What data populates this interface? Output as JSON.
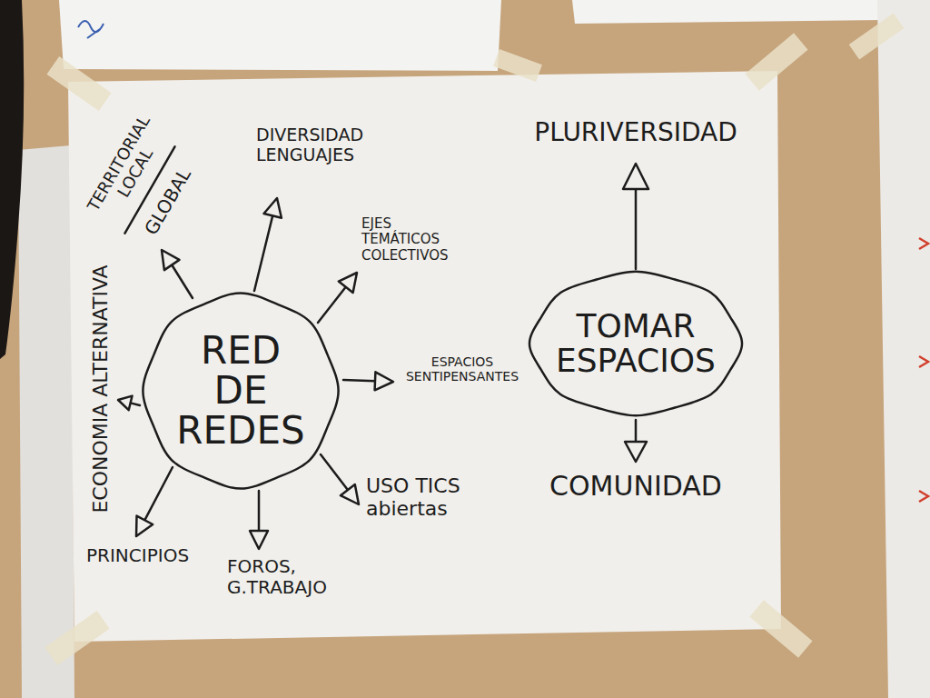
{
  "diagram": {
    "nodes": [
      {
        "text": [
          "RED DE REDES"
        ]
      },
      {
        "text": [
          "TOMAR ESPACIOS"
        ]
      }
    ],
    "labels": [
      "TERRITORIAL LOCAL",
      "GLOBAL",
      "DIVERSIDAD LENGUAJES",
      "EJES TEMÁTICOS COLECTIVOS",
      "ECONOMIA ALTERNATIVA",
      "ESPACIOS SENTIPENSANTES",
      "PRINCIPIOS",
      "FOROS, G.TRABAJO",
      "USO TICS abiertas",
      "PLURIVERSIDAD",
      "COMUNIDAD"
    ]
  }
}
